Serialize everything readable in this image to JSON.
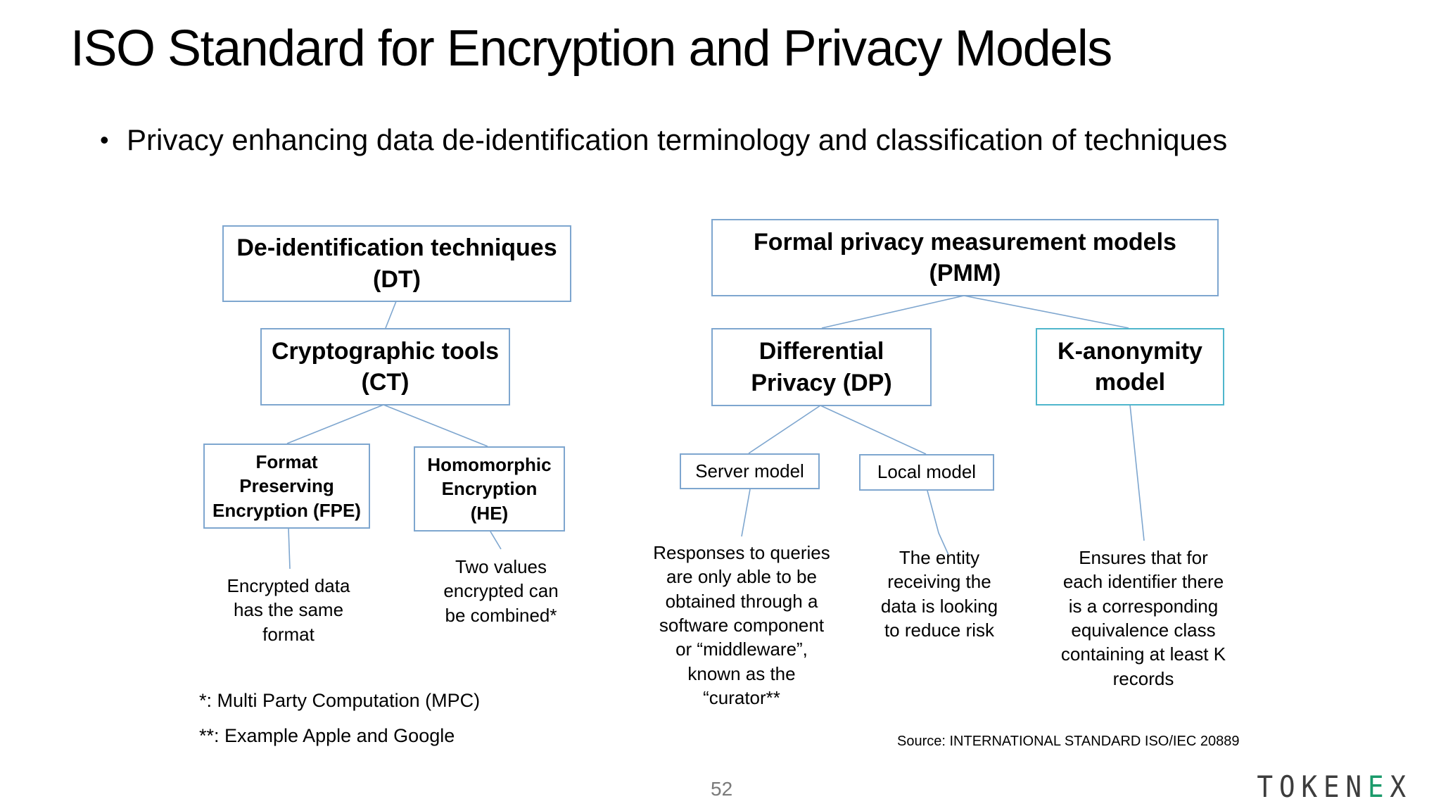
{
  "slide": {
    "title": "ISO Standard for Encryption and Privacy Models",
    "bullet": "Privacy enhancing data de-identification terminology and classification of techniques",
    "page_number": "52",
    "logo": {
      "left": "TOKEN",
      "accent": "E",
      "right": "X",
      "accent_color": "#1a9a6a"
    },
    "source": "Source: INTERNATIONAL STANDARD ISO/IEC 20889"
  },
  "diagram": {
    "dt": {
      "line1": "De-identification techniques",
      "line2": "(DT)"
    },
    "ct": {
      "line1": "Cryptographic tools",
      "line2": "(CT)"
    },
    "fpe": {
      "line1": "Format",
      "line2": "Preserving",
      "line3": "Encryption (FPE)"
    },
    "he": {
      "line1": "Homomorphic",
      "line2": "Encryption",
      "line3": "(HE)"
    },
    "fpe_desc": [
      "Encrypted data",
      "has the same",
      "format"
    ],
    "he_desc": [
      "Two values",
      "encrypted can",
      "be combined*"
    ],
    "pmm": {
      "line1": "Formal privacy measurement models",
      "line2": "(PMM)"
    },
    "dp": {
      "line1": "Differential",
      "line2": "Privacy (DP)"
    },
    "ka": {
      "line1": "K-anonymity",
      "line2": "model"
    },
    "server": "Server model",
    "local": "Local model",
    "server_desc": [
      "Responses to queries",
      "are only able to be",
      "obtained through a",
      "software component",
      "or “middleware”,",
      "known as the",
      "“curator**"
    ],
    "local_desc": [
      "The entity",
      "receiving the",
      "data is looking",
      "to reduce risk"
    ],
    "ka_desc": [
      "Ensures that for",
      "each identifier there",
      "is a corresponding",
      "equivalence class",
      "containing at least K",
      "records"
    ]
  },
  "footnotes": {
    "mpc": "*: Multi Party Computation (MPC)",
    "example": "**: Example Apple and Google"
  },
  "colors": {
    "box_border": "#7ea6cf",
    "box_border_cyan": "#4fb6cc",
    "connector": "#7ea6cf"
  }
}
